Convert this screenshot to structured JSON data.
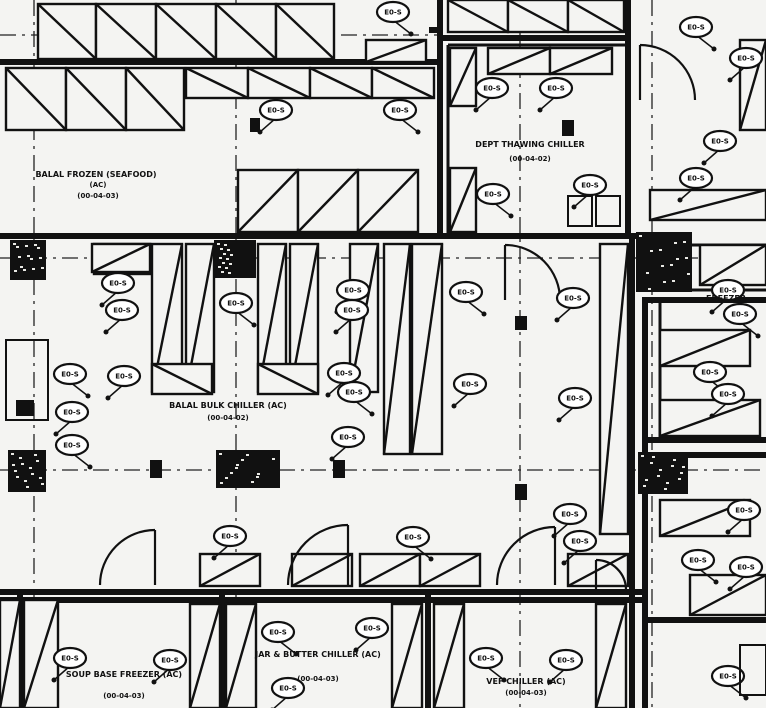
{
  "rooms": [
    {
      "label": "BALAL FROZEN (SEAFOOD)",
      "sub": "(AC)",
      "code": "(00-04-03)"
    },
    {
      "label": "DEPT THAWING CHILLER",
      "sub": "",
      "code": "(00-04-02)"
    },
    {
      "label": "BALAL BULK CHILLER (AC)",
      "sub": "",
      "code": "(00-04-02)"
    },
    {
      "label": "FREEZER",
      "sub": "",
      "code": ""
    },
    {
      "label": "SOUP BASE FREEZER (AC)",
      "sub": "",
      "code": "(00-04-03)"
    },
    {
      "label": "JAR & BUTTER CHILLER (AC)",
      "sub": "",
      "code": "(00-04-03)"
    },
    {
      "label": "VEF CHILLER (AC)",
      "sub": "",
      "code": "(00-04-03)"
    }
  ],
  "tag_text": "E0-S",
  "colors": {
    "ink": "#111111",
    "paper": "#f4f4f2"
  }
}
